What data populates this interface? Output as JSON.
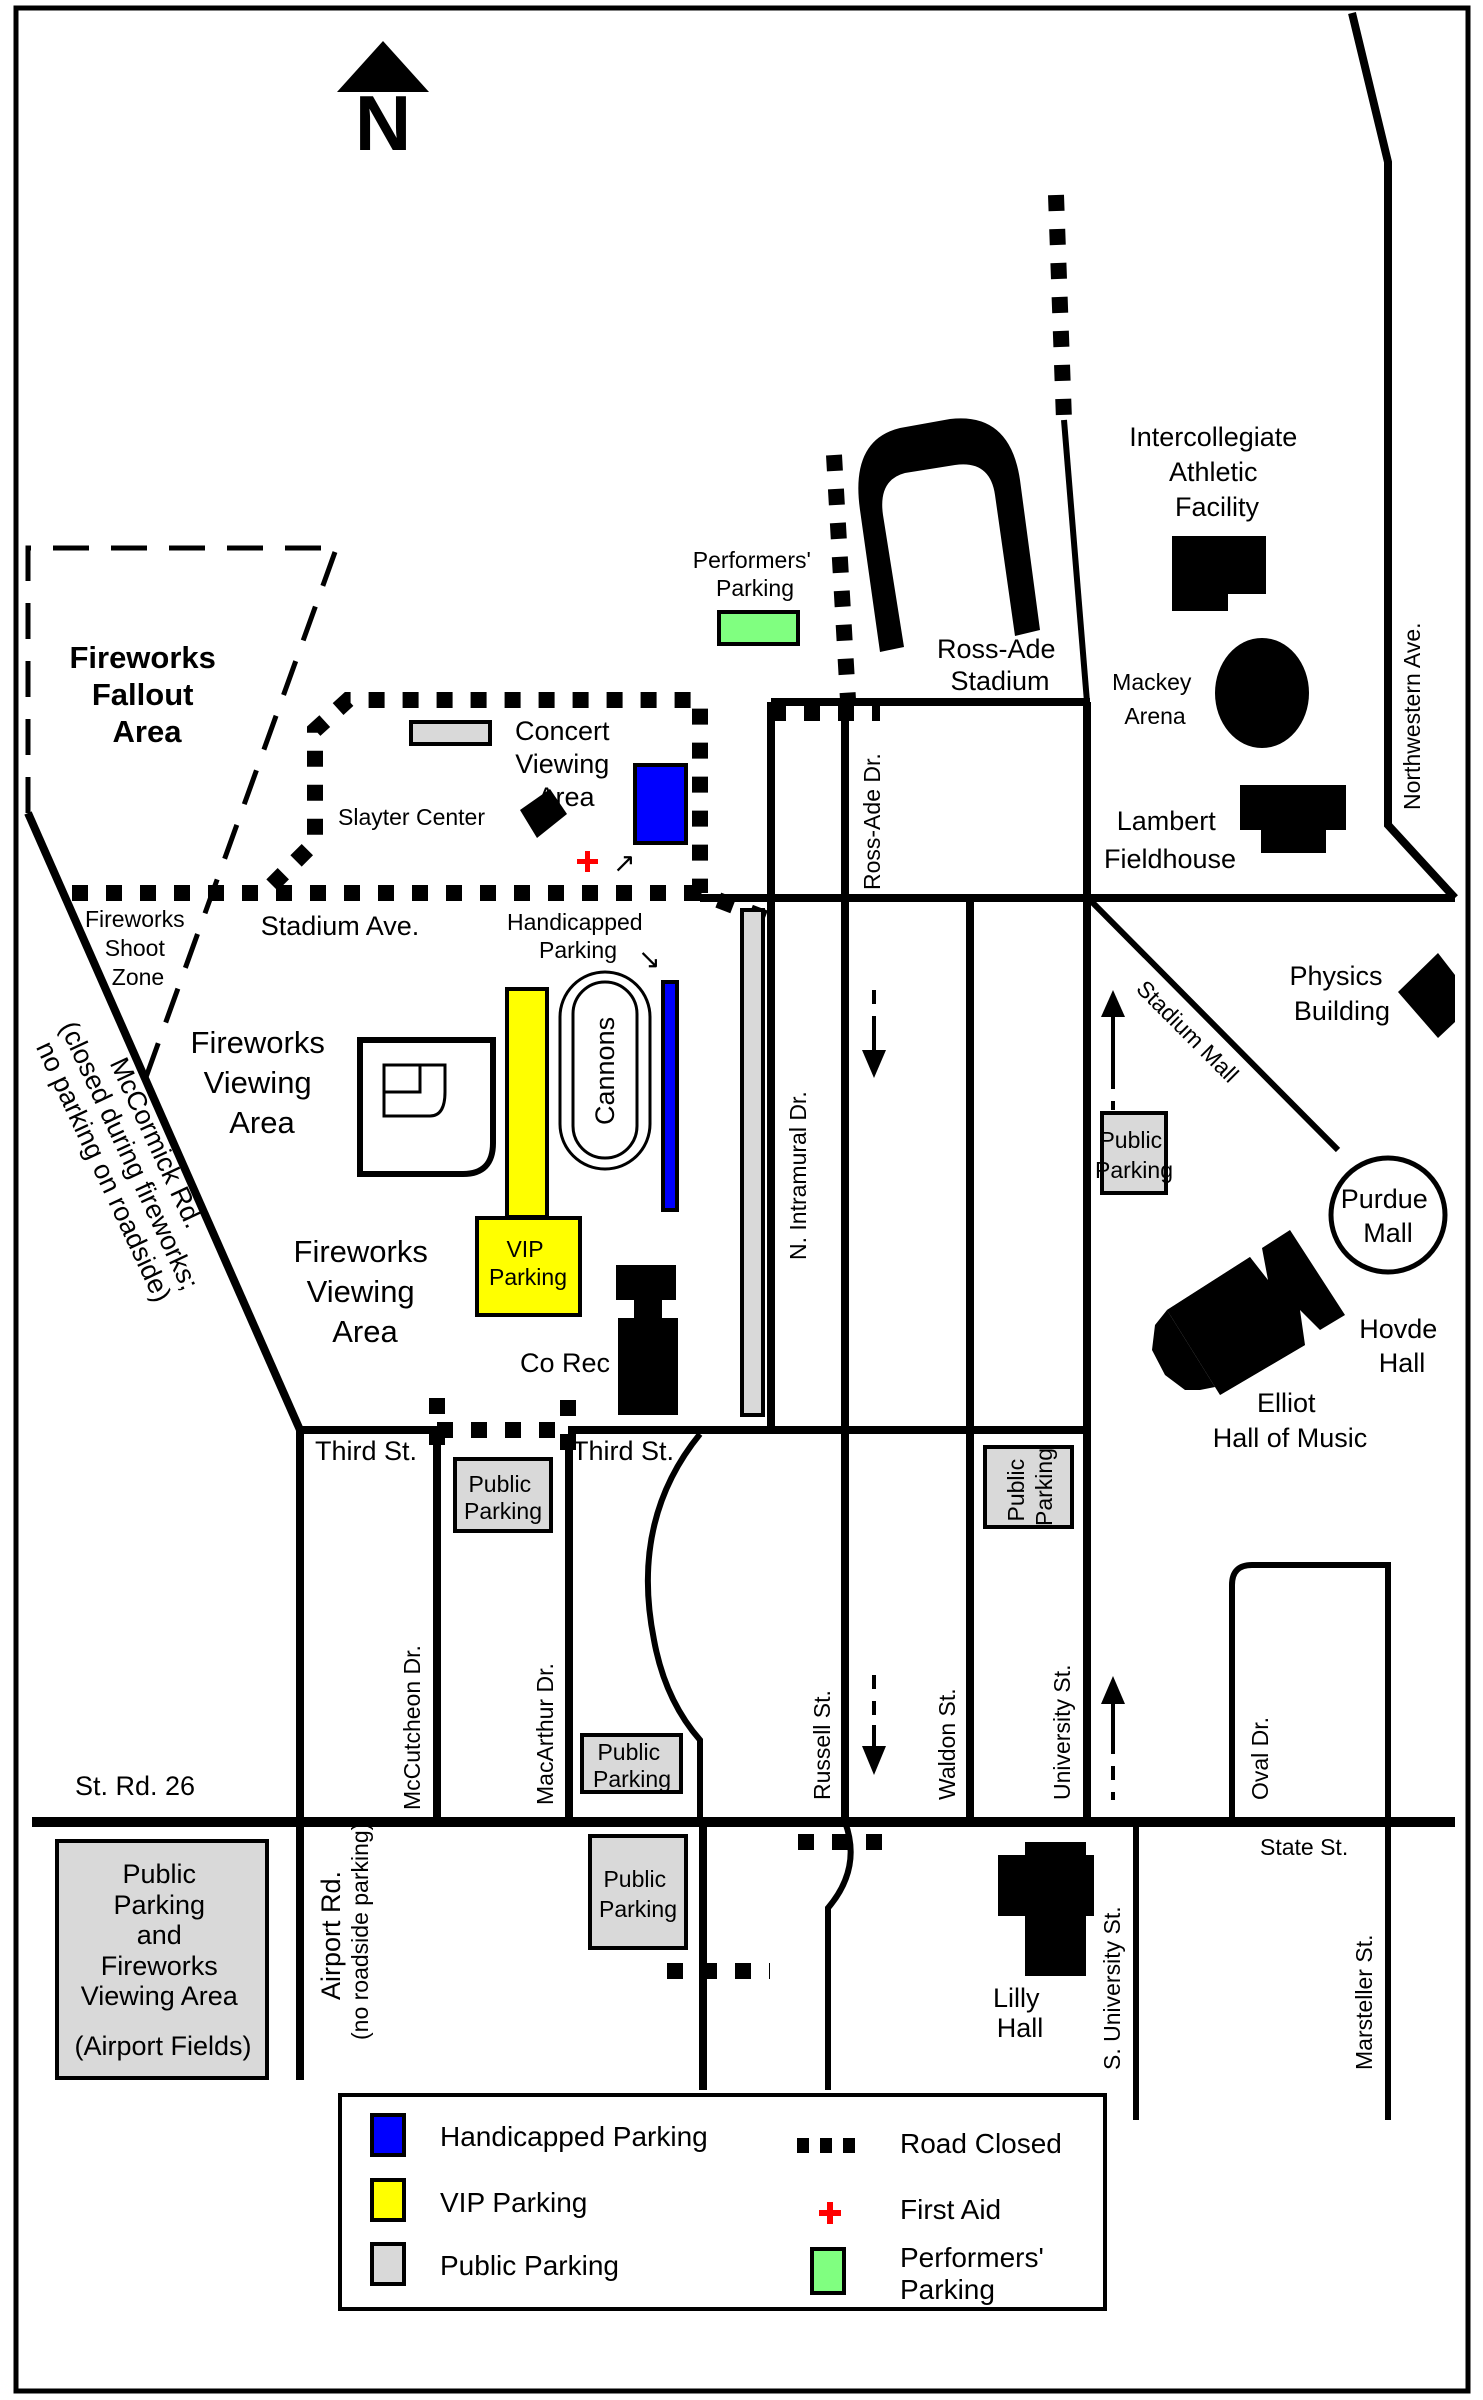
{
  "map": {
    "north_label": "N",
    "colors": {
      "handicapped": "#0000ff",
      "vip": "#ffff00",
      "public": "#d9d9d9",
      "performers": "#80ff80",
      "first_aid": "#ff0000",
      "road": "#000000"
    },
    "areas": {
      "fallout": [
        "Fireworks",
        "Fallout",
        "Area"
      ],
      "shoot_zone": [
        "Fireworks",
        "Shoot",
        "Zone"
      ],
      "viewing_north": [
        "Fireworks",
        "Viewing",
        "Area"
      ],
      "viewing_south": [
        "Fireworks",
        "Viewing",
        "Area"
      ],
      "concert": [
        "Concert",
        "Viewing",
        "Area"
      ],
      "airport_fields": [
        "Public",
        "Parking",
        "and",
        "Fireworks",
        "Viewing Area",
        "(Airport Fields)"
      ]
    },
    "buildings": {
      "slayter": "Slayter Center",
      "ross_ade": [
        "Ross-Ade",
        "Stadium"
      ],
      "iaf": [
        "Intercollegiate",
        "Athletic",
        "Facility"
      ],
      "mackey": [
        "Mackey",
        "Arena"
      ],
      "lambert": [
        "Lambert",
        "Fieldhouse"
      ],
      "physics": [
        "Physics",
        "Building"
      ],
      "purdue_mall": [
        "Purdue",
        "Mall"
      ],
      "hovde": [
        "Hovde",
        "Hall"
      ],
      "elliot": [
        "Elliot",
        "Hall of Music"
      ],
      "corec": "Co Rec",
      "cannons": "Cannons",
      "lilly": [
        "Lilly",
        "Hall"
      ]
    },
    "parking": {
      "performers": [
        "Performers'",
        "Parking"
      ],
      "handicapped": [
        "Handicapped",
        "Parking"
      ],
      "vip": [
        "VIP",
        "Parking"
      ],
      "public": [
        "Public",
        "Parking"
      ]
    },
    "streets": {
      "stadium_ave": "Stadium Ave.",
      "ross_ade_dr": "Ross-Ade Dr.",
      "northwestern": "Northwestern Ave.",
      "n_intramural": "N. Intramural Dr.",
      "stadium_mall": "Stadium Mall",
      "mccormick": [
        "McCormick Rd.",
        "(closed during fireworks;",
        "no parking on roadside)"
      ],
      "third_st": "Third St.",
      "mccutcheon": "McCutcheon Dr.",
      "macarthur": "MacArthur Dr.",
      "russell": "Russell St.",
      "waldon": "Waldon St.",
      "university": "University St.",
      "oval": "Oval Dr.",
      "st_rd_26": "St. Rd. 26",
      "state_st": "State St.",
      "s_university": "S. University St.",
      "marsteller": "Marsteller St.",
      "airport_rd": [
        "Airport Rd.",
        "(no roadside parking)"
      ]
    }
  },
  "legend": {
    "items": [
      {
        "label": "Handicapped Parking",
        "symbol": "blue-square"
      },
      {
        "label": "VIP Parking",
        "symbol": "yellow-square"
      },
      {
        "label": "Public Parking",
        "symbol": "gray-square"
      },
      {
        "label": "Road Closed",
        "symbol": "dotted-line"
      },
      {
        "label": "First Aid",
        "symbol": "red-cross"
      },
      {
        "label": "Performers'",
        "label2": "Parking",
        "symbol": "green-square"
      }
    ]
  }
}
